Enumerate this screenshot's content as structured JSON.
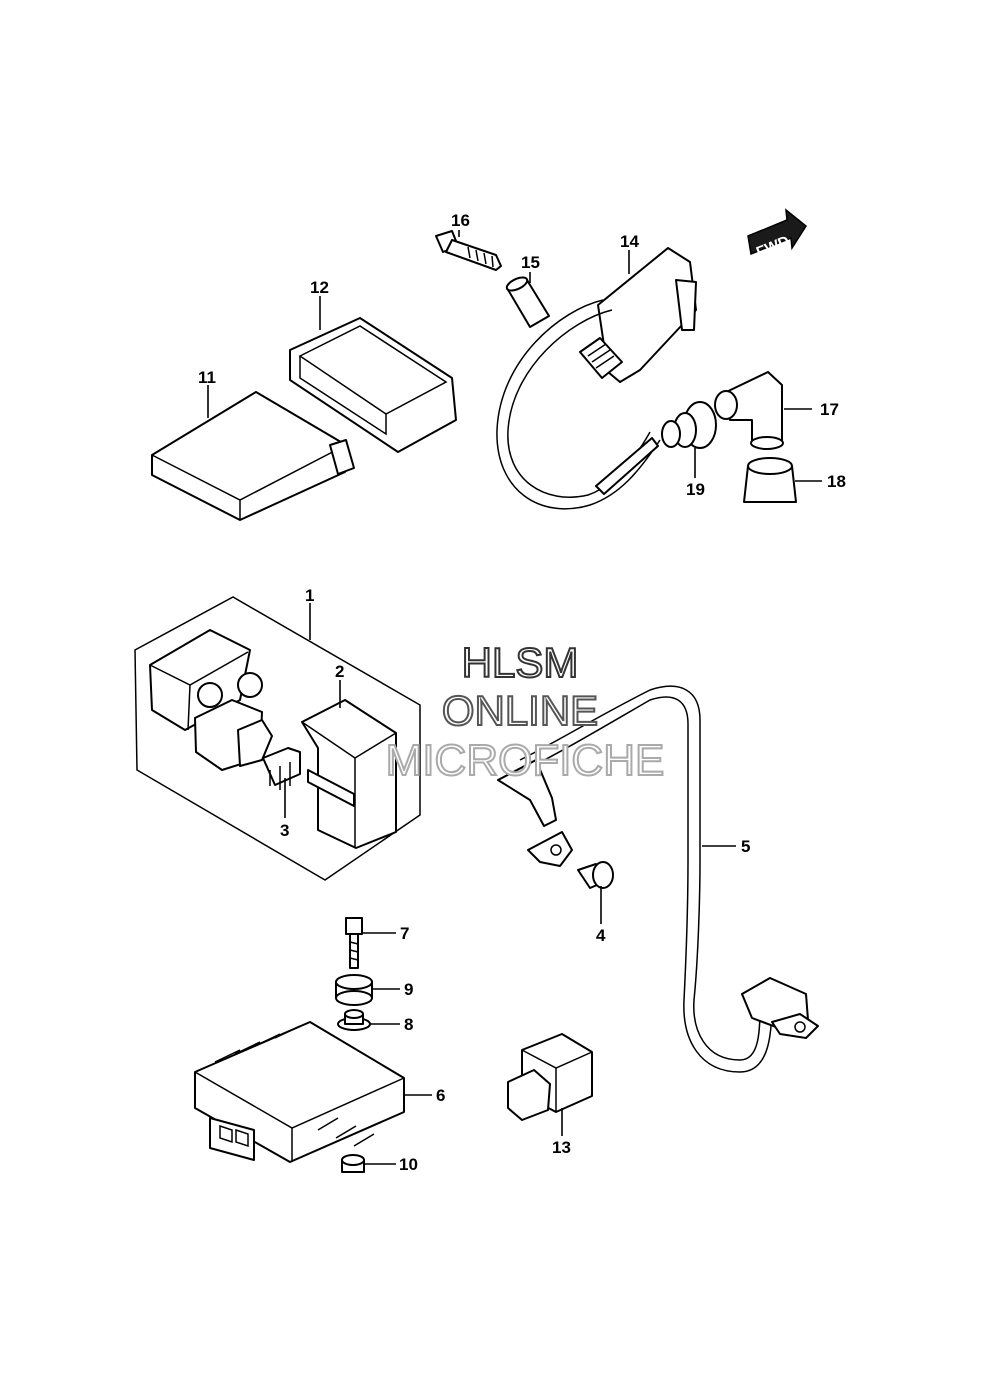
{
  "diagram": {
    "callouts": [
      "1",
      "2",
      "3",
      "4",
      "5",
      "6",
      "7",
      "8",
      "9",
      "10",
      "11",
      "12",
      "13",
      "14",
      "15",
      "16",
      "17",
      "18",
      "19"
    ],
    "fwd_label": "FWD",
    "watermark": [
      "HLSM",
      "ONLINE",
      "MICROFICHE"
    ]
  },
  "colors": {
    "line": "#000000",
    "background": "#ffffff",
    "watermark": "#9a9a9a"
  }
}
